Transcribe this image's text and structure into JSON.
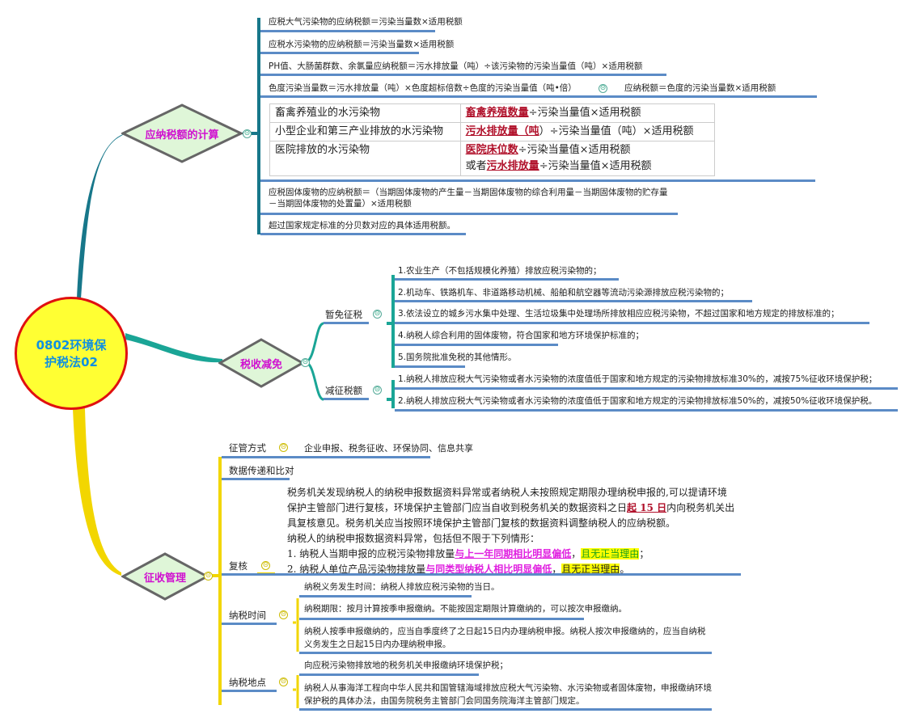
{
  "root": {
    "title": "0802环境保护税法02"
  },
  "branches": {
    "calc": {
      "label": "应纳税额的计算",
      "items": [
        "应税大气污染物的应纳税额＝污染当量数×适用税额",
        "应税水污染物的应纳税额＝污染当量数×适用税额",
        "PH值、大肠菌群数、余氯量应纳税额＝污水排放量（吨）÷该污染物的污染当量值（吨）×适用税额",
        "色度污染当量数＝污水排放量（吨）×色度超标倍数÷色度的污染当量值（吨•倍）"
      ],
      "color_child": "应纳税额＝色度的污染当量数×适用税额",
      "table": [
        {
          "a": "畜禽养殖业的水污染物",
          "b1": "畜禽养殖数量",
          "b2": "÷污染当量值×适用税额"
        },
        {
          "a": "小型企业和第三产业排放的水污染物",
          "b1": "污水排放量（吨",
          "b2": "）÷污染当量值（吨）×适用税额"
        },
        {
          "a": "医院排放的水污染物",
          "b1": "医院床位数",
          "b2": "÷污染当量值×适用税额",
          "c0": "或者",
          "c1": "污水排放量",
          "c2": "÷污染当量值×适用税额"
        }
      ],
      "solid": "应税固体废物的应纳税额＝（当期固体废物的产生量－当期固体废物的综合利用量－当期固体废物的贮存量－当期固体废物的处置量）×适用税额",
      "noise": "超过国家规定标准的分贝数对应的具体适用税额。"
    },
    "relief": {
      "label": "税收减免",
      "exempt": {
        "label": "暂免征税",
        "items": [
          "1.农业生产（不包括规模化养殖）排放应税污染物的；",
          "2.机动车、铁路机车、非道路移动机械、船舶和航空器等流动污染源排放应税污染物的；",
          "3.依法设立的城乡污水集中处理、生活垃圾集中处理场所排放相应应税污染物，不超过国家和地方规定的排放标准的；",
          "4.纳税人综合利用的固体废物，符合国家和地方环境保护标准的；",
          "5.国务院批准免税的其他情形。"
        ]
      },
      "reduce": {
        "label": "减征税额",
        "items": [
          "1.纳税人排放应税大气污染物或者水污染物的浓度值低于国家和地方规定的污染物排放标准30%的，减按75%征收环境保护税；",
          "2.纳税人排放应税大气污染物或者水污染物的浓度值低于国家和地方规定的污染物排放标准50%的，减按50%征收环境保护税。"
        ]
      }
    },
    "admin": {
      "label": "征收管理",
      "mode": {
        "label": "征管方式",
        "value": "企业申报、税务征收、环保协同、信息共享"
      },
      "data": {
        "label": "数据传递和比对"
      },
      "review": {
        "label": "复核",
        "p1a": "税务机关发现纳税人的纳税申报数据资料异常或者纳税人未按照规定期限办理纳税申报的,可以提请环境保护主管部门进行复核，环境保护主管部门应当自收到税务机关的数据资料之日",
        "p1b": "起 15 日",
        "p1c": "内向税务机关出具复核意见。税务机关应当按照环境保护主管部门复核的数据资料调整纳税人的应纳税额。",
        "p2": "纳税人的纳税申报数据资料异常，包括但不限于下列情形：",
        "l1a": "1. 纳税人当期申报的应税污染物排放量",
        "l1b": "与上一年同期相比明显偏低",
        "l1c": "，",
        "l1d": "且无正当理由",
        "l1e": "；",
        "l2a": "2. 纳税人单位产品污染物排放量",
        "l2b": "与同类型纳税人相比明显偏低",
        "l2c": "，",
        "l2d": "且无正当理由",
        "l2e": "。"
      },
      "time": {
        "label": "纳税时间",
        "items": [
          "纳税义务发生时间：纳税人排放应税污染物的当日。",
          "纳税期限：按月计算按季申报缴纳。不能按固定期限计算缴纳的，可以按次申报缴纳。",
          "纳税人按季申报缴纳的，应当自季度终了之日起15日内办理纳税申报。纳税人按次申报缴纳的，应当自纳税义务发生之日起15日内办理纳税申报。"
        ]
      },
      "place": {
        "label": "纳税地点",
        "items": [
          "向应税污染物排放地的税务机关申报缴纳环境保护税；",
          "纳税人从事海洋工程向中华人民共和国管辖海域排放应税大气污染物、水污染物或者固体废物，申报缴纳环境保护税的具体办法，由国务院税务主管部门会同国务院海洋主管部门规定。"
        ]
      }
    }
  },
  "toggle": "⊝",
  "colors": {
    "branch1": "#17778a",
    "branch2": "#1aa596",
    "branch3": "#f2d600",
    "underline": "#5b8bc6"
  }
}
